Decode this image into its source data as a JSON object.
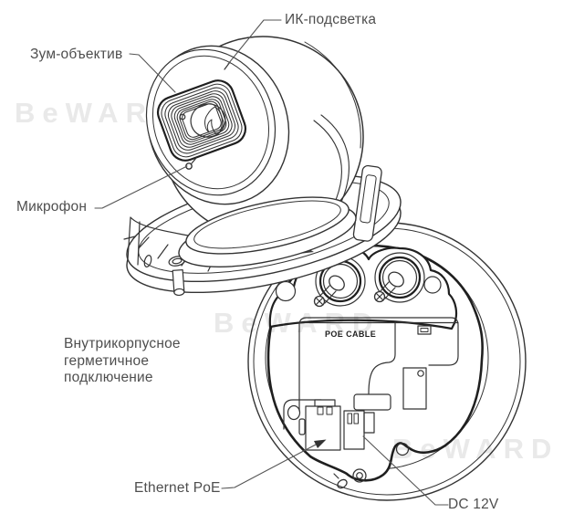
{
  "diagram_title": "dome-camera-parts-diagram",
  "watermark": {
    "text": "BeWARD"
  },
  "callouts": {
    "ir_led": "ИК-подсветка",
    "zoom_lens": "Зум-объектив",
    "microphone": "Микрофон",
    "internal_connection": [
      "Внутрикорпусное",
      "герметичное",
      "подключение"
    ],
    "ethernet_poe": "Ethernet PoE",
    "dc_power": "DC 12V"
  },
  "engraving": {
    "poe_cable": "POE CABLE"
  },
  "colors": {
    "background": "#ffffff",
    "line": "#333333",
    "bold_line": "#1f1f1f",
    "leader_line": "#555555",
    "label_text": "#4e4e4e",
    "watermark": "#e9e9e9"
  }
}
